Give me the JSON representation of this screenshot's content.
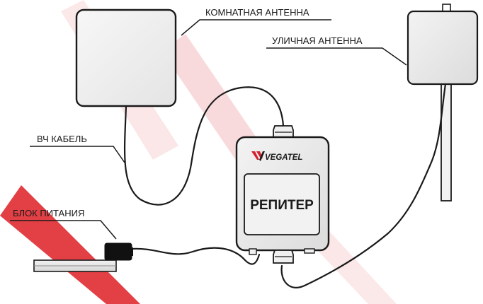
{
  "labels": {
    "indoor_antenna": "КОМНАТНАЯ АНТЕННА",
    "outdoor_antenna": "УЛИЧНАЯ АНТЕННА",
    "rf_cable": "ВЧ КАБЕЛЬ",
    "power_supply": "БЛОК ПИТАНИЯ"
  },
  "repeater": {
    "brand": "VEGATEL",
    "title": "РЕПИТЕР"
  },
  "colors": {
    "watermark": "#d81f2a",
    "outline": "#1a1a1a",
    "device_fill": "#e9e9e9",
    "panel_fill": "#f2f2f2"
  },
  "watermark_icon": "vegatel-v-logo-watermark"
}
